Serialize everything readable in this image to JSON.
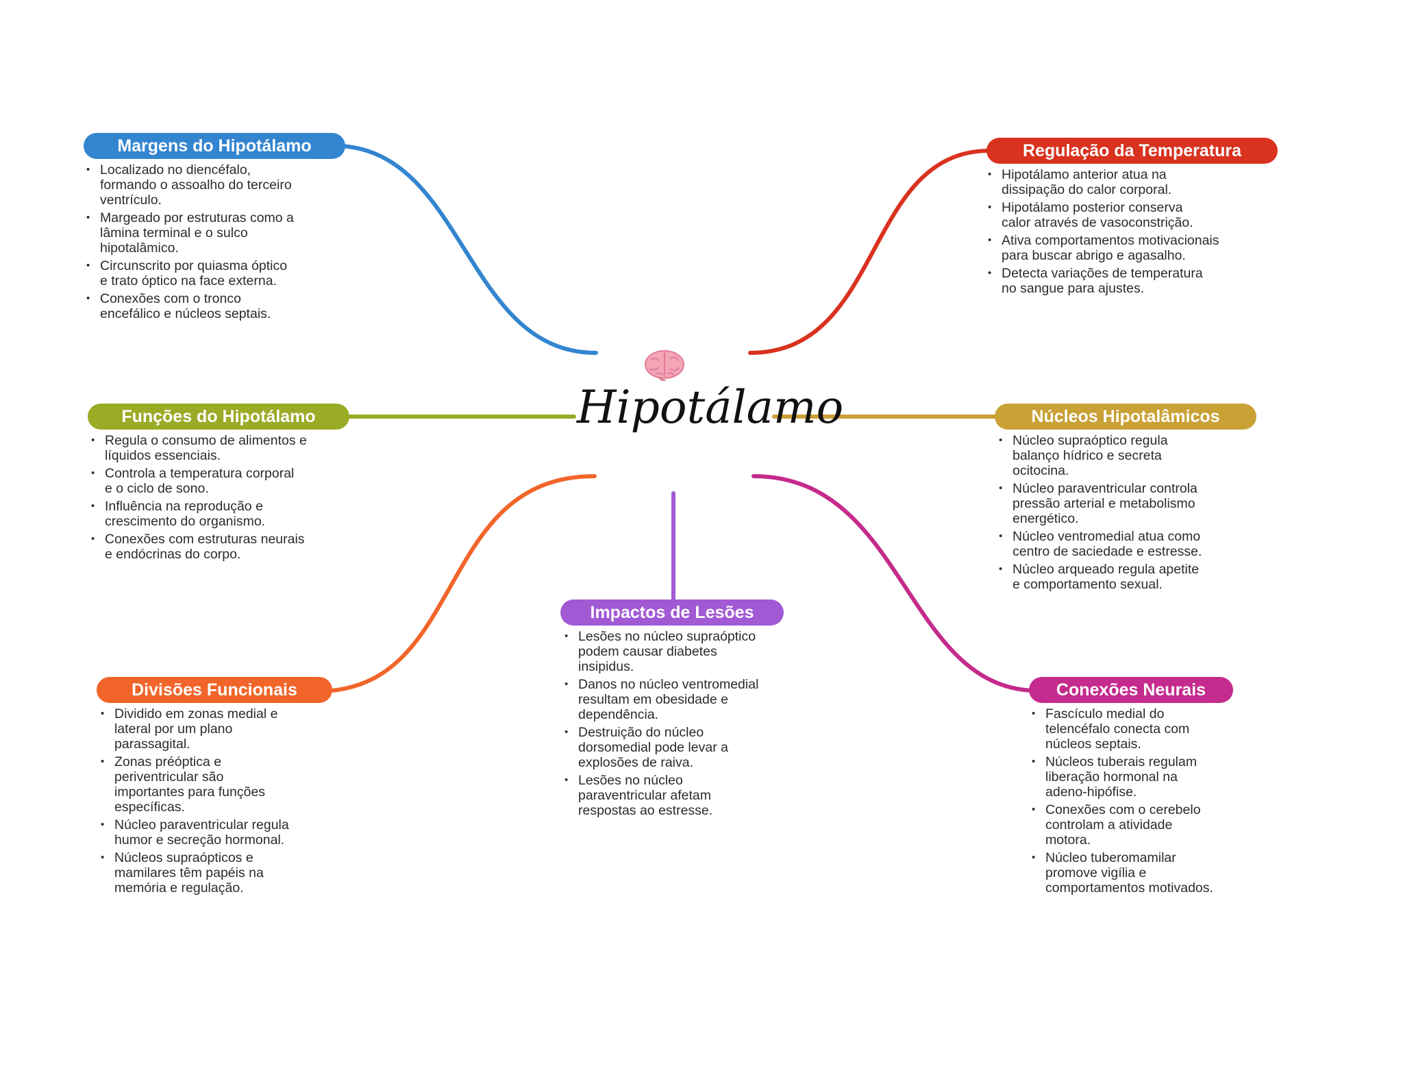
{
  "title": "Hipotálamo",
  "center_icon": "brain-icon",
  "colors": {
    "margens": "#3385d0",
    "temperatura": "#d9321f",
    "funcoes": "#9aab26",
    "nucleos": "#c9a135",
    "divisoes": "#f2652a",
    "lesoes": "#a259d4",
    "conexoes": "#c42b8c"
  },
  "topics": {
    "margens": {
      "label": "Margens do Hipotálamo",
      "items": [
        "Localizado no diencéfalo,\nformando o assoalho do terceiro\nventrículo.",
        "Margeado por estruturas como a\nlâmina terminal e o sulco\nhipotalâmico.",
        "Circunscrito por quiasma óptico\ne trato óptico na face externa.",
        "Conexões com o tronco\nencefálico e núcleos septais."
      ]
    },
    "temperatura": {
      "label": "Regulação da Temperatura",
      "items": [
        "Hipotálamo anterior atua na\ndissipação do calor corporal.",
        "Hipotálamo posterior conserva\ncalor através de vasoconstrição.",
        "Ativa comportamentos motivacionais\npara buscar abrigo e agasalho.",
        "Detecta variações de temperatura\nno sangue para ajustes."
      ]
    },
    "funcoes": {
      "label": "Funções do Hipotálamo",
      "items": [
        "Regula o consumo de alimentos e\nlíquidos essenciais.",
        "Controla a temperatura corporal\ne o ciclo de sono.",
        "Influência na reprodução e\ncrescimento do organismo.",
        "Conexões com estruturas neurais\ne endócrinas do corpo."
      ]
    },
    "nucleos": {
      "label": "Núcleos Hipotalâmicos",
      "items": [
        "Núcleo supraóptico regula\nbalanço hídrico e secreta\nocitocina.",
        "Núcleo paraventricular controla\npressão arterial e metabolismo\nenergético.",
        "Núcleo ventromedial atua como\ncentro de saciedade e estresse.",
        "Núcleo arqueado regula apetite\ne comportamento sexual."
      ]
    },
    "divisoes": {
      "label": "Divisões Funcionais",
      "items": [
        "Dividido em zonas medial e\nlateral por um plano\nparassagital.",
        "Zonas préóptica e\nperiventricular são\nimportantes para funções\nespecíficas.",
        "Núcleo paraventricular regula\nhumor e secreção hormonal.",
        "Núcleos supraópticos e\nmamilares têm papéis na\nmemória e regulação."
      ]
    },
    "lesoes": {
      "label": "Impactos de Lesões",
      "items": [
        "Lesões no núcleo supraóptico\npodem causar diabetes\ninsipidus.",
        "Danos no núcleo ventromedial\nresultam em obesidade e\ndependência.",
        "Destruição do núcleo\ndorsomedial pode levar a\nexplosões de raiva.",
        "Lesões no núcleo\nparaventricular afetam\nrespostas ao estresse."
      ]
    },
    "conexoes": {
      "label": "Conexões Neurais",
      "items": [
        "Fascículo medial do\ntelencéfalo conecta com\nnúcleos septais.",
        "Núcleos tuberais regulam\nliberação hormonal na\nadeno-hipófise.",
        "Conexões com o cerebelo\ncontrolam a atividade\nmotora.",
        "Núcleo tuberomamilar\npromove vigília e\ncomportamentos motivados."
      ]
    }
  }
}
